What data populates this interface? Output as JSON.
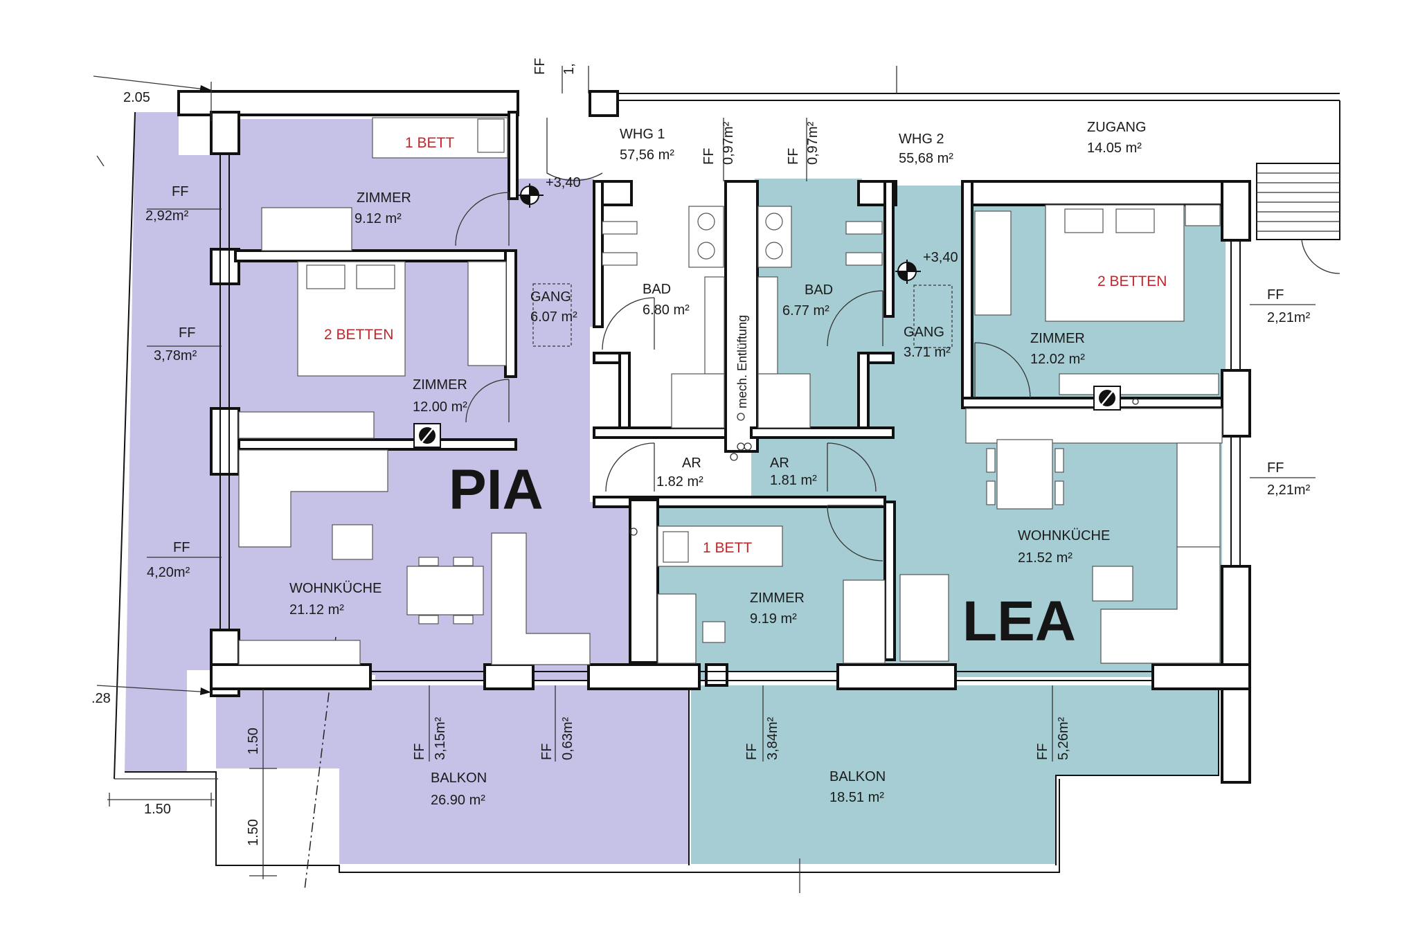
{
  "units": {
    "pia": {
      "name": "PIA",
      "color": "#c6c1e6"
    },
    "lea": {
      "name": "LEA",
      "color": "#a5cdd3"
    }
  },
  "rooms": [
    {
      "key": "whg1",
      "name": "WHG 1",
      "area": "57,56 m²"
    },
    {
      "key": "whg2",
      "name": "WHG 2",
      "area": "55,68 m²"
    },
    {
      "key": "zugang",
      "name": "ZUGANG",
      "area": "14.05 m²"
    },
    {
      "key": "zimmer_pia_top",
      "name": "ZIMMER",
      "area": "9.12 m²"
    },
    {
      "key": "zimmer_pia_mid",
      "name": "ZIMMER",
      "area": "12.00 m²"
    },
    {
      "key": "gang_pia",
      "name": "GANG",
      "area": "6.07 m²"
    },
    {
      "key": "bad_pia",
      "name": "BAD",
      "area": "6.80 m²"
    },
    {
      "key": "bad_lea",
      "name": "BAD",
      "area": "6.77 m²"
    },
    {
      "key": "gang_lea",
      "name": "GANG",
      "area": "3.71 m²"
    },
    {
      "key": "zimmer_lea_top",
      "name": "ZIMMER",
      "area": "12.02 m²"
    },
    {
      "key": "ar_pia",
      "name": "AR",
      "area": "1.82 m²"
    },
    {
      "key": "ar_lea",
      "name": "AR",
      "area": "1.81 m²"
    },
    {
      "key": "wohn_pia",
      "name": "WOHNKÜCHE",
      "area": "21.12 m²"
    },
    {
      "key": "wohn_lea",
      "name": "WOHNKÜCHE",
      "area": "21.52 m²"
    },
    {
      "key": "zimmer_lea_bot",
      "name": "ZIMMER",
      "area": "9.19 m²"
    },
    {
      "key": "balkon_pia",
      "name": "BALKON",
      "area": "26.90 m²"
    },
    {
      "key": "balkon_lea",
      "name": "BALKON",
      "area": "18.51 m²"
    }
  ],
  "beds": {
    "pia_top": "1 BETT",
    "pia_mid": "2 BETTEN",
    "lea_top": "2 BETTEN",
    "lea_bot": "1 BETT"
  },
  "ff_marks": [
    {
      "label": "FF",
      "value": "2,92m²"
    },
    {
      "label": "FF",
      "value": "3,78m²"
    },
    {
      "label": "FF",
      "value": "4,20m²"
    },
    {
      "label": "FF",
      "value": "2,21m²"
    },
    {
      "label": "FF",
      "value": "2,21m²"
    },
    {
      "label": "FF",
      "value": "0,97m²"
    },
    {
      "label": "FF",
      "value": "0,97m²"
    },
    {
      "label": "FF",
      "value": "3,15m²"
    },
    {
      "label": "FF",
      "value": "0,63m²"
    },
    {
      "label": "FF",
      "value": "3,84m²"
    },
    {
      "label": "FF",
      "value": "5,26m²"
    }
  ],
  "top_ff": {
    "label": "FF",
    "value": "1,"
  },
  "levels": [
    "+3,40",
    "+3,40"
  ],
  "dimensions": [
    "2.05",
    ".28",
    "1.50",
    "1.50",
    "1.50"
  ],
  "shaft": "mech. Entlüftung"
}
